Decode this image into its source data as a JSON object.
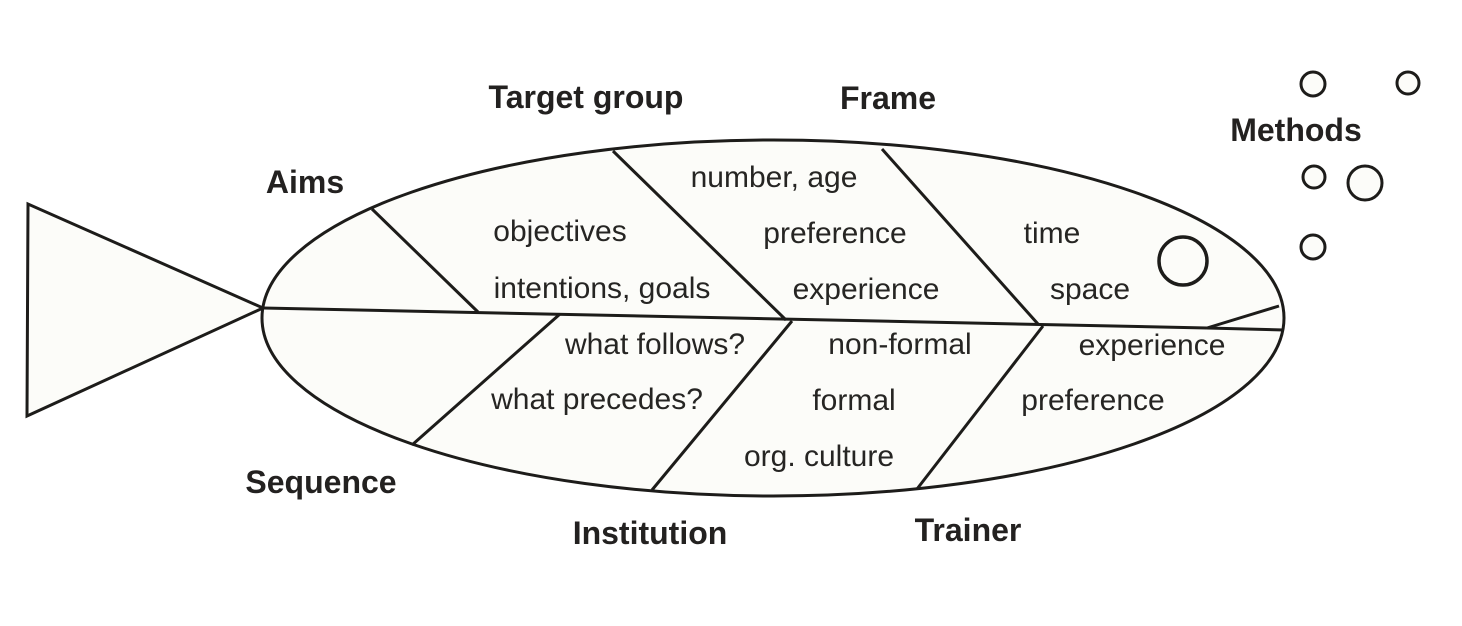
{
  "diagram": {
    "kind": "fishbone-fish",
    "orientation": "head-right",
    "colors": {
      "stroke": "#1d1c1a",
      "body_fill": "#fcfcf9",
      "text": "#262523",
      "background": "#ffffff"
    },
    "bubbles_count": 5
  },
  "categories": {
    "aims": {
      "label": "Aims",
      "item1": "objectives",
      "item2": "intentions, goals"
    },
    "target_group": {
      "label": "Target group",
      "item1": "number, age",
      "item2": "preference",
      "item3": "experience"
    },
    "frame": {
      "label": "Frame",
      "item1": "time",
      "item2": "space"
    },
    "methods": {
      "label": "Methods"
    },
    "sequence": {
      "label": "Sequence",
      "item1": "what follows?",
      "item2": "what precedes?"
    },
    "institution": {
      "label": "Institution",
      "item1": "non-formal",
      "item2": "formal",
      "item3": "org. culture"
    },
    "trainer": {
      "label": "Trainer",
      "item1": "experience",
      "item2": "preference"
    }
  }
}
